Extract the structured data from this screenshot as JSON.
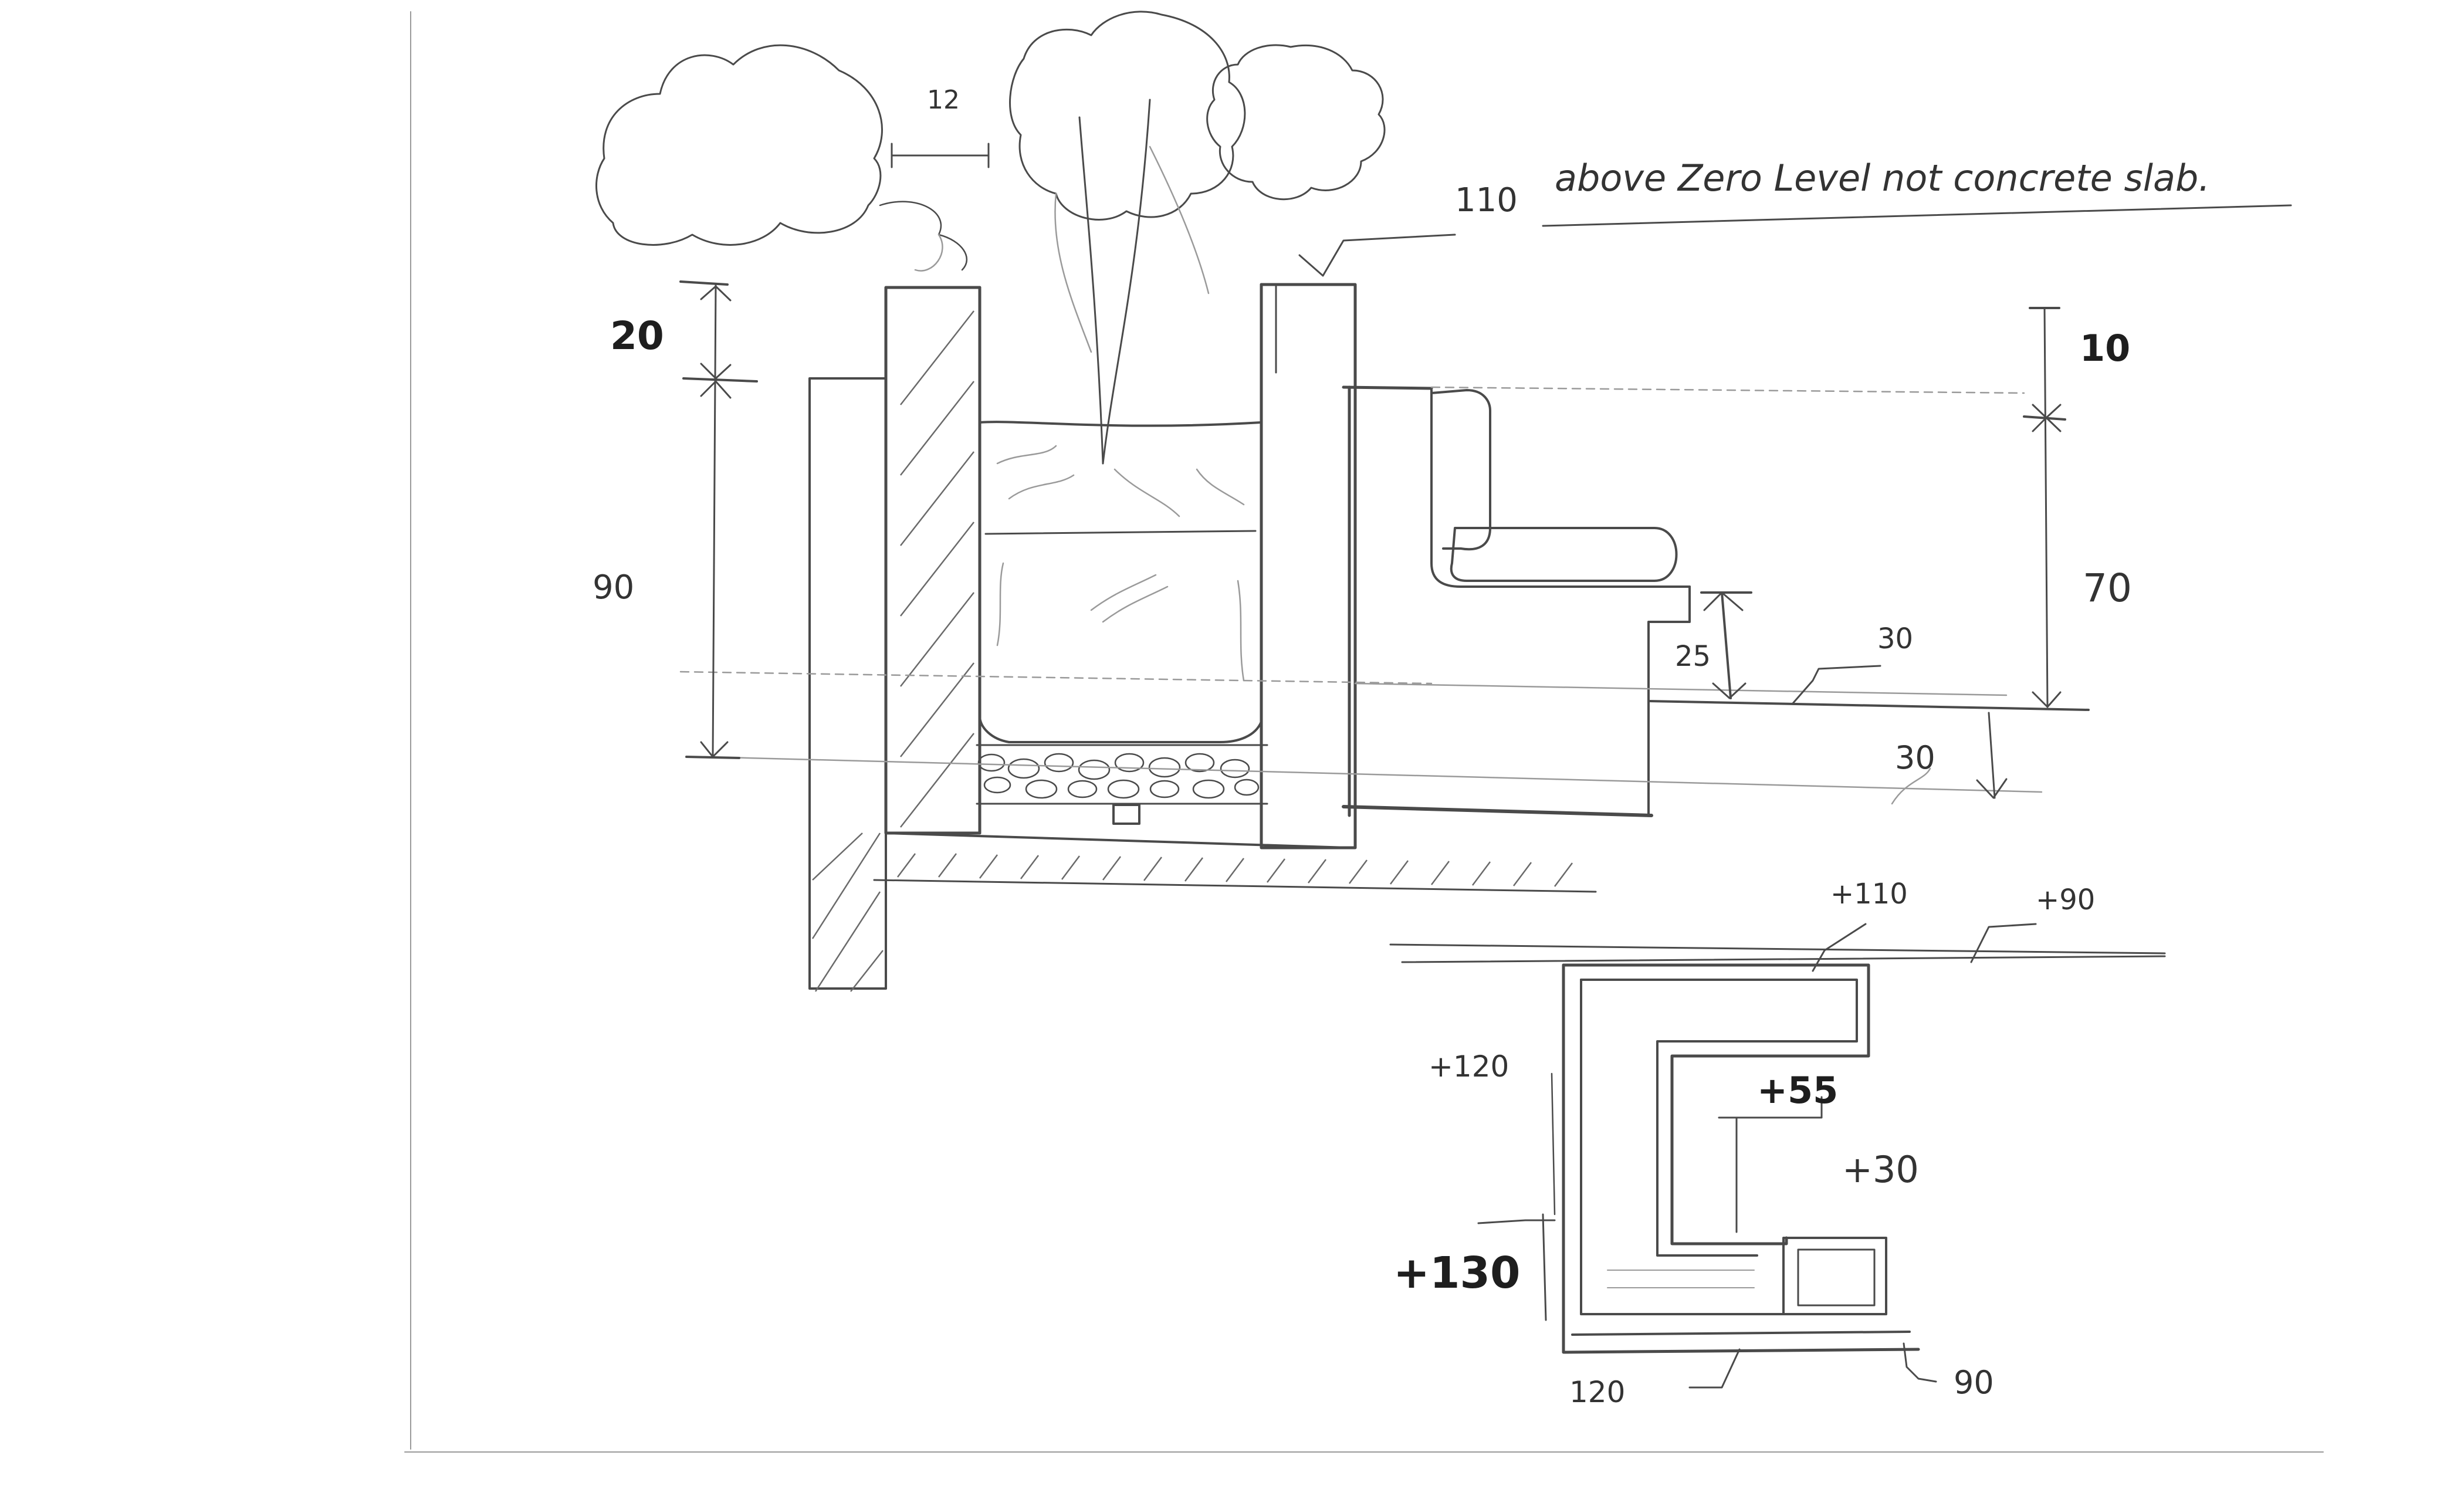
{
  "sheet": {
    "paper_color": "#ffffff",
    "ink_color": "#4a4a4a"
  },
  "section": {
    "labels": {
      "tree_dim": "12",
      "note_level": "110",
      "note_text": "above Zero Level not concrete slab.",
      "planter_top_dim": "20",
      "wall_height_dim": "90",
      "backrest_dim": "10",
      "seat_height_dim": "70",
      "seat_step_dim": "25",
      "floor_level_dim": "30",
      "sunken_depth_dim": "30"
    }
  },
  "plan": {
    "labels": {
      "top_level": "+110",
      "top_right_level": "+90",
      "left_level": "+120",
      "seat_level": "+55",
      "floor_level": "+30",
      "bottom_left_level": "+130",
      "bottom_dim": "120",
      "bottom_right_level": "90"
    }
  }
}
